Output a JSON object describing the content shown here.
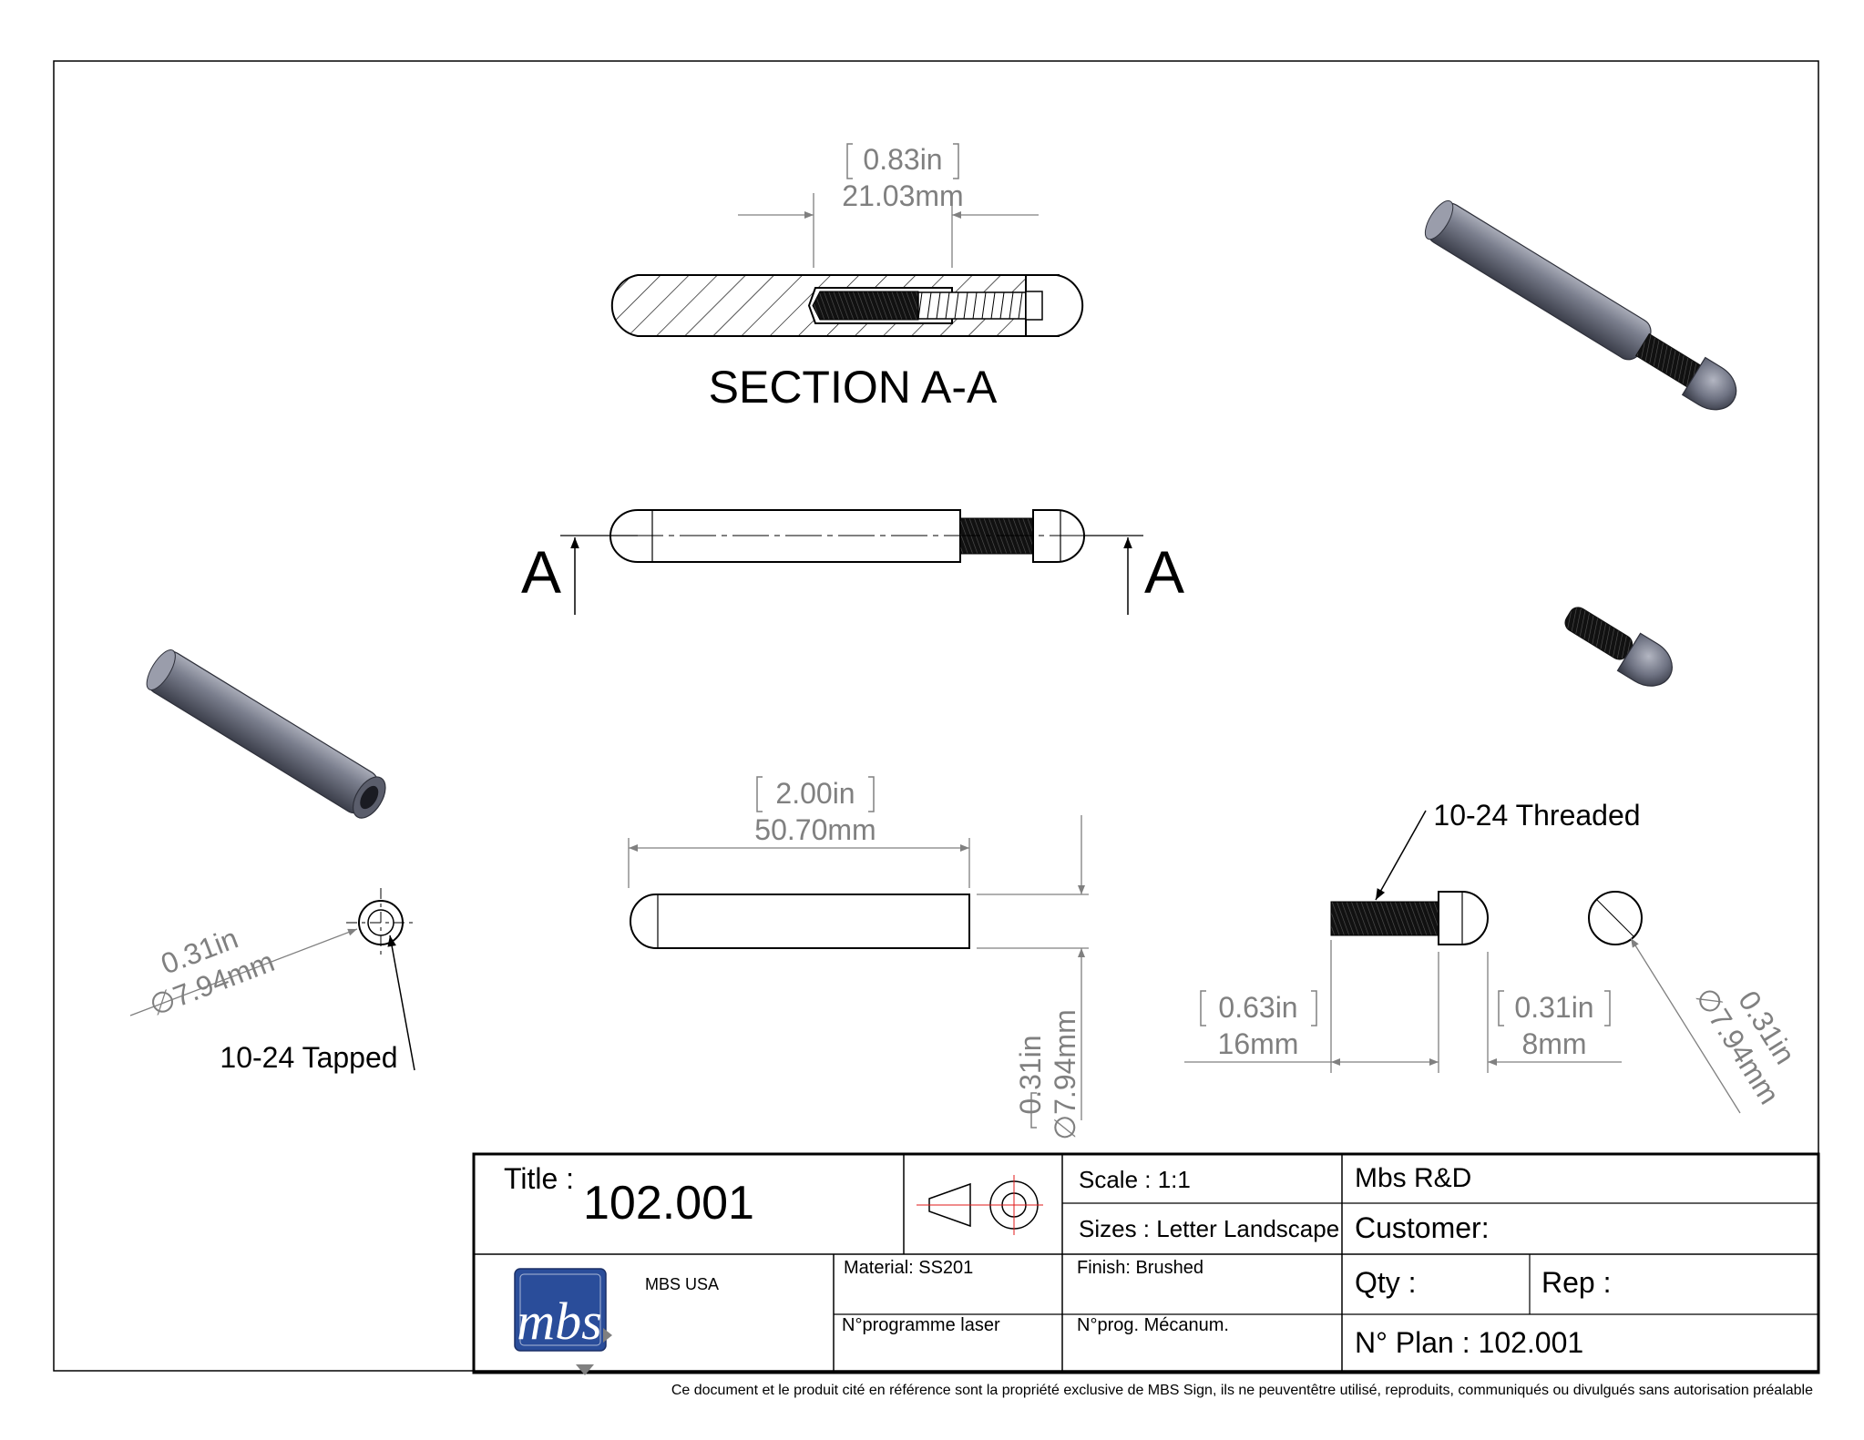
{
  "drawing": {
    "section": {
      "label": "SECTION A-A",
      "dim_in": "0.83in",
      "dim_mm": "21.03mm"
    },
    "section_marker": "A",
    "side_view": {
      "length_in": "2.00in",
      "length_mm": "50.70mm",
      "dia_in": "0.31in",
      "dia_mm": "∅7.94mm"
    },
    "end_view_left": {
      "dia_in": "0.31in",
      "dia_mm": "∅7.94mm",
      "note": "10-24 Tapped"
    },
    "screw_view": {
      "note": "10-24 Threaded",
      "thread_in": "0.63in",
      "thread_mm": "16mm",
      "head_in": "0.31in",
      "head_mm": "8mm"
    },
    "head_end_view": {
      "dia_in": "0.31in",
      "dia_mm": "∅7.94mm"
    }
  },
  "title_block": {
    "title_label": "Title :",
    "title_value": "102.001",
    "scale": "Scale : 1:1",
    "sizes": "Sizes : Letter Landscape",
    "company": "Mbs R&D",
    "customer": "Customer:",
    "logo_text": "mbs",
    "brand": "MBS USA",
    "material": "Material: SS201",
    "finish": "Finish: Brushed",
    "laser_prog": "N°programme laser",
    "meca_prog": "N°prog. Mécanum.",
    "qty": "Qty :",
    "rep": "Rep :",
    "plan_no": "N° Plan : 102.001"
  },
  "footer": "Ce document et le produit cité en référence sont la propriété exclusive de MBS Sign, ils ne peuventêtre utilisé, reproduits, communiqués ou divulgués sans autorisation préalable",
  "colors": {
    "line": "#000000",
    "dim": "#808080",
    "steel": "#6f7383",
    "steel_light": "#a9acb8",
    "steel_dark": "#3b3e4a",
    "logo_blue": "#2a4d9a",
    "center_red": "#e01a1a"
  }
}
